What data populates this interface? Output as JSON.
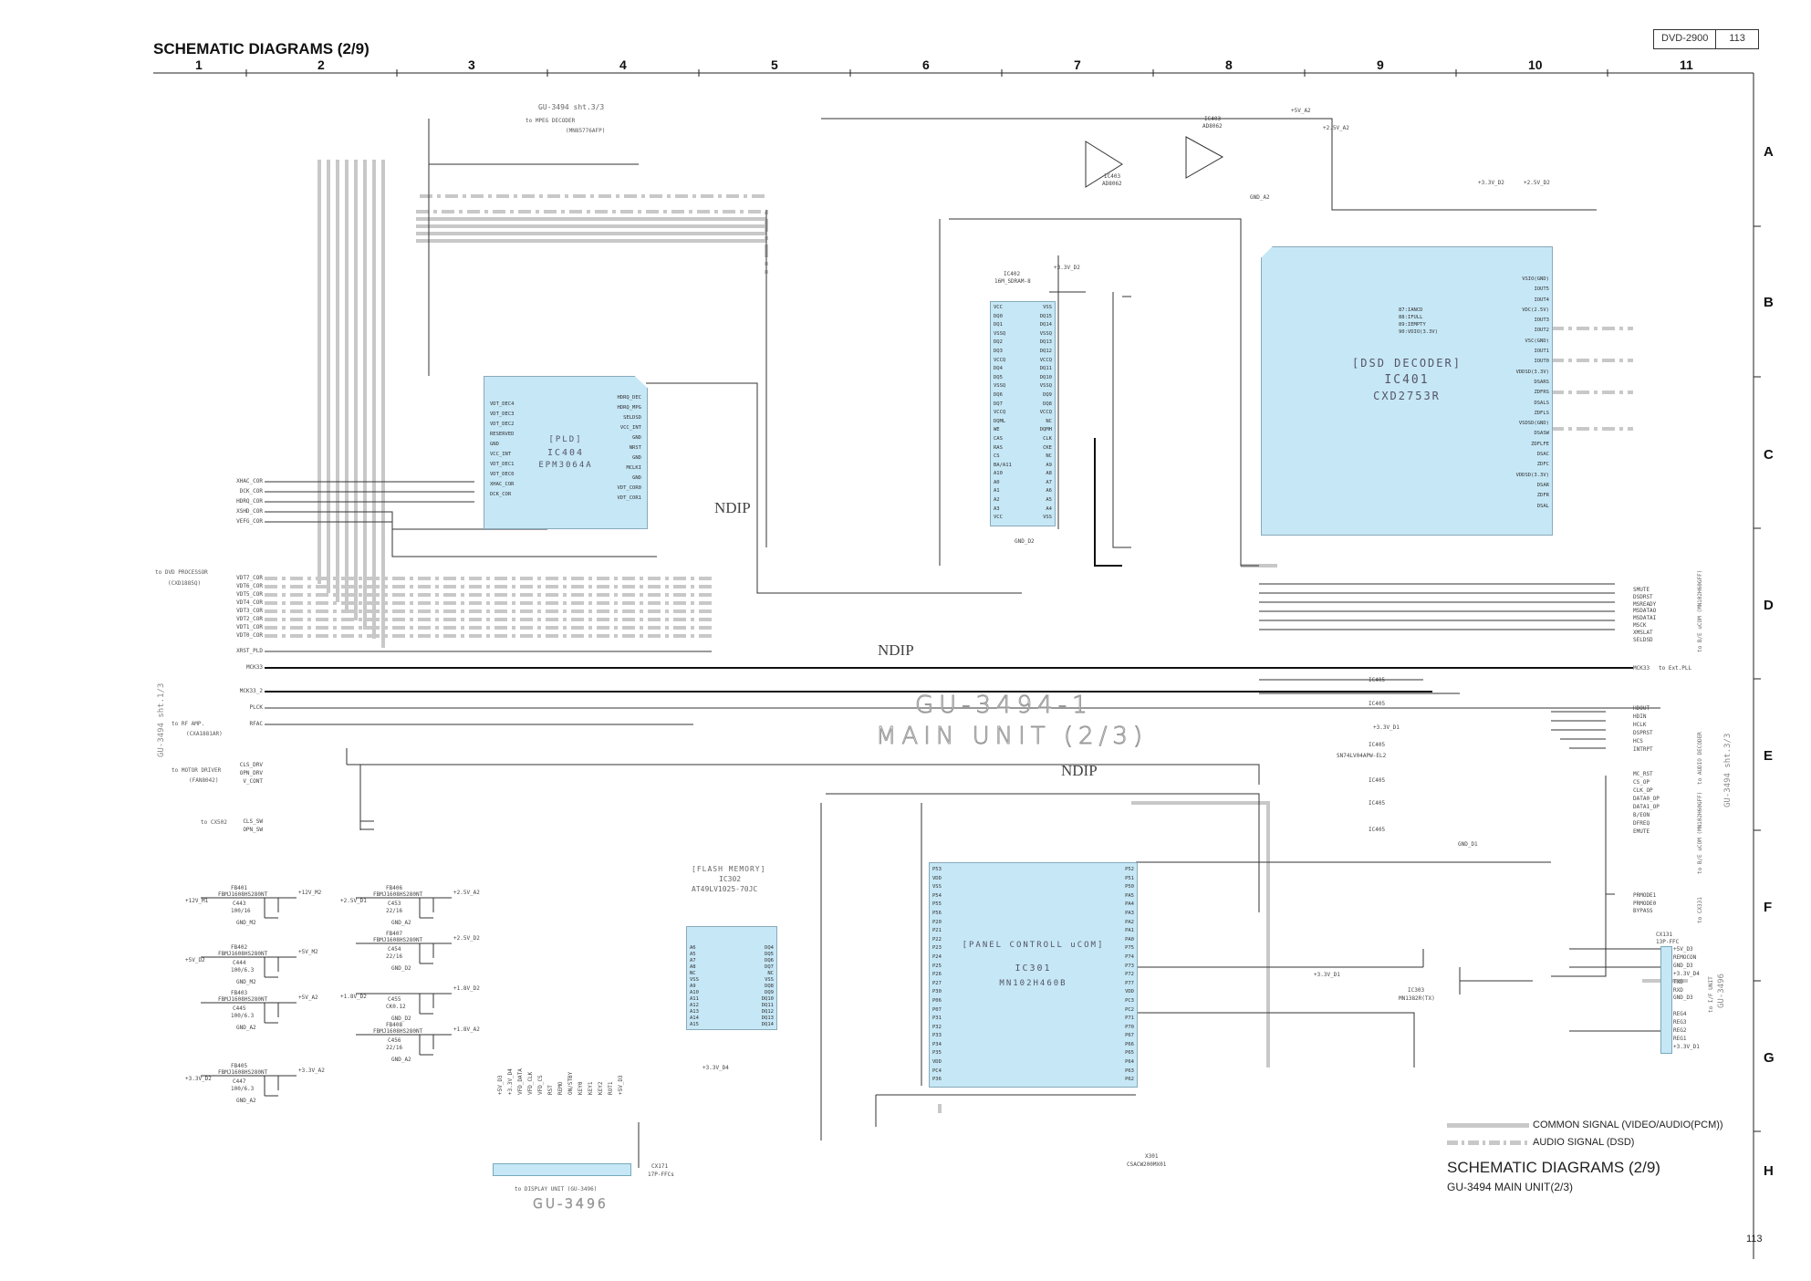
{
  "header": {
    "title": "SCHEMATIC DIAGRAMS (2/9)",
    "model": "DVD-2900",
    "page": "113"
  },
  "grid": {
    "columns": [
      "1",
      "2",
      "3",
      "4",
      "5",
      "6",
      "7",
      "8",
      "9",
      "10",
      "11"
    ],
    "rows": [
      "A",
      "B",
      "C",
      "D",
      "E",
      "F",
      "G",
      "H"
    ]
  },
  "top_ref": {
    "sheet": "GU-3494 sht.3/3",
    "dest": "to MPEG DECODER",
    "part": "(MN85776AFP)"
  },
  "ics": {
    "ic404": {
      "func": "[PLD]",
      "ref": "IC404",
      "part": "EPM3064A",
      "left_pins": [
        "VDT_DEC4",
        "VDT_DEC3",
        "VDT_DEC2",
        "RESERVED",
        "GND",
        "VCC_INT",
        "VDT_DEC1",
        "VDT_DEC0",
        "XHAC_COR",
        "DCK_COR"
      ],
      "right_pins": [
        "HDRQ_DEC",
        "HDRQ_MPG",
        "SELDSD",
        "VCC_INT",
        "GND",
        "NRST",
        "GND",
        "MCLKI",
        "GND",
        "VDT_COR0",
        "VDT_COR1"
      ]
    },
    "ic401": {
      "func": "[DSD DECODER]",
      "ref": "IC401",
      "part": "CXD2753R",
      "right_pins": [
        "VSIO(GND)",
        "IOUT5",
        "IOUT4",
        "VDC(2.5V)",
        "IOUT3",
        "IOUT2",
        "VSC(GND)",
        "IOUT1",
        "IOUT0",
        "VDDSD(3.3V)",
        "DSARS",
        "ZDFRS",
        "DSALS",
        "ZDFLS",
        "VSDSD(GND)",
        "DSASW",
        "ZDFLFE",
        "DSAC",
        "ZDFC",
        "VDDSD(3.3V)",
        "DSAR",
        "ZDFR",
        "DSAL"
      ],
      "notes": [
        "87:IANCD",
        "88:IFULL",
        "89:IEMPTY",
        "90:VDIO(3.3V)"
      ]
    },
    "ic402": {
      "ref": "IC402",
      "part": "16M_SDRAM-8",
      "left_pins": [
        "VCC",
        "DQ0",
        "DQ1",
        "VSSQ",
        "DQ2",
        "DQ3",
        "VCCQ",
        "DQ4",
        "DQ5",
        "VSSQ",
        "DQ6",
        "DQ7",
        "VCCQ",
        "DQML",
        "WE",
        "CAS",
        "RAS",
        "CS",
        "BA/A11",
        "A10",
        "A0",
        "A1",
        "A2",
        "A3",
        "VCC"
      ],
      "right_pins": [
        "VSS",
        "DQ15",
        "DQ14",
        "VSSQ",
        "DQ13",
        "DQ12",
        "VCCQ",
        "DQ11",
        "DQ10",
        "VSSQ",
        "DQ9",
        "DQ8",
        "VCCQ",
        "NC",
        "DQMH",
        "CLK",
        "CKE",
        "NC",
        "A9",
        "A8",
        "A7",
        "A6",
        "A5",
        "A4",
        "VSS"
      ]
    },
    "ic403": {
      "ref": "IC403",
      "part": "AD8062"
    },
    "ic301": {
      "func": "[PANEL CONTROLL uCOM]",
      "ref": "IC301",
      "part": "MN102H460B",
      "left_pins": [
        "P53",
        "VDD",
        "VSS",
        "P54",
        "P55",
        "P56",
        "P20",
        "P21",
        "P22",
        "P23",
        "P24",
        "P25",
        "P26",
        "P27",
        "P30",
        "P06",
        "P07",
        "P31",
        "P32",
        "P33",
        "P34",
        "P35",
        "VDD",
        "PC4",
        "P36"
      ],
      "right_pins": [
        "P52",
        "P51",
        "P50",
        "PA5",
        "PA4",
        "PA3",
        "PA2",
        "PA1",
        "PA0",
        "P75",
        "P74",
        "P73",
        "P72",
        "P77",
        "VDD",
        "PC3",
        "PC2",
        "P71",
        "P70",
        "P67",
        "P66",
        "P65",
        "P64",
        "P63",
        "P62"
      ]
    },
    "ic302": {
      "func": "[FLASH MEMORY]",
      "ref": "IC302",
      "part": "AT49LV1025-70JC",
      "left_pins": [
        "A6",
        "A5",
        "A7",
        "A8",
        "NC",
        "VSS",
        "A9",
        "A10",
        "A11",
        "A12",
        "A13",
        "A14",
        "A15"
      ],
      "right_pins": [
        "DQ4",
        "DQ5",
        "DQ6",
        "DQ7",
        "NC",
        "VSS",
        "DQ8",
        "DQ9",
        "DQ10",
        "DQ11",
        "DQ12",
        "DQ13",
        "DQ14"
      ]
    },
    "ic303": {
      "ref": "IC303",
      "part": "MN1382R(TX)"
    },
    "ic405": {
      "ref": "IC405",
      "part": "SN74LV04APW-EL2"
    }
  },
  "left_signals": {
    "group1": [
      "XHAC_COR",
      "DCK_COR",
      "HDRQ_COR",
      "XSHD_COR",
      "VEFG_COR"
    ],
    "group2": [
      "VDT7_COR",
      "VDT6_COR",
      "VDT5_COR",
      "VDT4_COR",
      "VDT3_COR",
      "VDT2_COR",
      "VDT1_COR",
      "VDT0_COR"
    ],
    "group3": [
      "XRST_PLD",
      "MCK33",
      "MCK33_2",
      "PLCK",
      "RFAC"
    ],
    "motor": [
      "CLS_DRV",
      "OPN_DRV",
      "V_CONT"
    ],
    "cx502": [
      "CLS_SW",
      "OPN_SW"
    ],
    "dest_dvd": "to DVD PROCESSOR",
    "dest_dvd_part": "(CXD1885Q)",
    "dest_rf": "to RF AMP.",
    "dest_rf_part": "(CXA1881AR)",
    "dest_motor": "to MOTOR DRIVER",
    "dest_motor_part": "(FAN8042)",
    "dest_cx502": "to CX502",
    "sheet": "GU-3494 sht.1/3"
  },
  "right_signals": {
    "be_ucom1": [
      "SMUTE",
      "DSDRST",
      "MSREADY",
      "MSDATAO",
      "MSDATAI",
      "MSCK",
      "XMSLAT",
      "SELDSD"
    ],
    "ext_pll_signal": "MCK33",
    "ext_pll": "to Ext.PLL",
    "audio_dec": [
      "HDOUT",
      "HDIN",
      "HCLK",
      "DSPRST",
      "HCS",
      "INTRPT"
    ],
    "audio_dec_dest": "to AUDIO DECODER",
    "be_ucom2": [
      "MC_RST",
      "CS_OP",
      "CLK_OP",
      "DATA0_OP",
      "DATA1_OP",
      "B/EON",
      "DFREQ",
      "EMUTE"
    ],
    "be_ucom_dest": "to B/E uCOM (MN102H60GFF)",
    "cx331": [
      "PRMODE1",
      "PRMODE0",
      "BYPASS"
    ],
    "cx331_dest": "to CX331",
    "sheet": "GU-3494 sht.3/3"
  },
  "cx131": {
    "ref": "CX131",
    "type": "13P-FFC",
    "pins": [
      "+5V_D3",
      "REMOCON",
      "GND_D3",
      "+3.3V_D4",
      "TXD",
      "RXD",
      "GND_D3",
      "",
      "REG4",
      "REG3",
      "REG2",
      "REG1",
      "+3.3V_D1"
    ],
    "dest": "to I/F UNIT",
    "unit": "GU-3496"
  },
  "cx171": {
    "ref": "CX171",
    "type": "17P-FFCs",
    "signals": [
      "+5V_D3",
      "+3.3V_D4",
      "VFD_DATA",
      "VFD_CLK",
      "VFD_CS",
      "RST",
      "REMO",
      "ON/STBY",
      "KEY0",
      "KEY1",
      "KEY2",
      "ROT1",
      "+5V_D3"
    ],
    "dest": "to DISPLAY UNIT (GU-3496)",
    "unit": "GU-3496"
  },
  "power": [
    {
      "fb": "FB401",
      "part": "FBMJ1608HS280NT",
      "in": "+12V_M1",
      "out": "+12V_M2",
      "cap": "C443",
      "cval": "100/16",
      "gnd": "GND_M2"
    },
    {
      "fb": "FB402",
      "part": "FBMJ1608HS280NT",
      "in": "+5V_D2",
      "out": "+5V_M2",
      "cap": "C444",
      "cval": "100/6.3",
      "gnd": "GND_M2"
    },
    {
      "fb": "FB403",
      "part": "FBMJ1608HS280NT",
      "in": "",
      "out": "+5V_A2",
      "cap": "C445",
      "cval": "100/6.3",
      "gnd": "GND_A2"
    },
    {
      "fb": "FB405",
      "part": "FBMJ1608HS280NT",
      "in": "+3.3V_D2",
      "out": "+3.3V_A2",
      "cap": "C447",
      "cval": "100/6.3",
      "gnd": "GND_A2"
    },
    {
      "fb": "FB406",
      "part": "FBMJ1608HS280NT",
      "in": "+2.5V_D1",
      "out": "+2.5V_A2",
      "cap": "C453",
      "cval": "22/16",
      "gnd": "GND_A2"
    },
    {
      "fb": "FB407",
      "part": "FBMJ1608HS280NT",
      "in": "",
      "out": "+2.5V_D2",
      "cap": "C454",
      "cval": "22/16",
      "gnd": "GND_D2"
    },
    {
      "fb": "",
      "part": "",
      "in": "+1.8V_D2",
      "out": "+1.8V_D2",
      "cap": "C455",
      "cval": "CK0.12",
      "gnd": "GND_D2"
    },
    {
      "fb": "FB408",
      "part": "FBMJ1608HS280NT",
      "in": "",
      "out": "+1.8V_A2",
      "cap": "C456",
      "cval": "22/16",
      "gnd": "GND_A2"
    }
  ],
  "rails": {
    "v5a2": "+5V_A2",
    "v25a2": "+2.5V_A2",
    "v33d2": "+3.3V_D2",
    "v33d2b": "+3.3V_D2",
    "v25d2": "+2.5V_D2",
    "gnd_a2": "GND_A2",
    "gnd_d2": "GND_D2",
    "gnd_d1": "GND_D1",
    "v33d1": "+3.3V_D1",
    "v33d4": "+3.3V_D4",
    "v33d1b": "+3.3V_D1"
  },
  "crystal": {
    "ref": "X301",
    "part": "CSACW200MX01"
  },
  "annotations": {
    "ndip1": "NDIP",
    "ndip2": "NDIP",
    "ndip3": "NDIP",
    "unit_name": "GU-3494-1",
    "unit_sub": "MAIN UNIT (2/3)"
  },
  "legend": {
    "common": "COMMON SIGNAL (VIDEO/AUDIO(PCM))",
    "dsd": "AUDIO SIGNAL (DSD)"
  },
  "footer": {
    "title": "SCHEMATIC DIAGRAMS (2/9)",
    "subtitle": "GU-3494 MAIN UNIT(2/3)",
    "page": "113"
  }
}
